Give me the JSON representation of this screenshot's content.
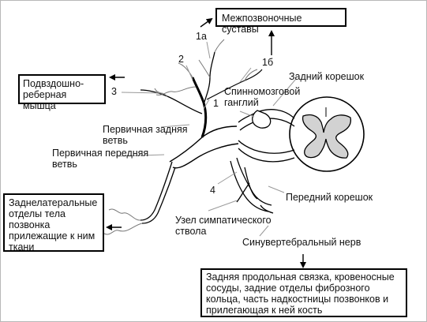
{
  "boxes": {
    "facet_joints": "Межпозвоночные суставы",
    "iliocostal": [
      "Подвздошно-",
      "реберная мышца"
    ],
    "vertebral_body": [
      "Заднелатеральные",
      "отделы тела",
      "позвонка",
      "прилежащие к ним",
      "ткани"
    ],
    "ligament": [
      "Задняя продольная связка, кровеносные",
      "сосуды, задние отделы фиброзного",
      "кольца, часть надкостницы позвонков и",
      "прилегающая к ней кость"
    ]
  },
  "labels": {
    "dorsal_root": "Задний корешок",
    "spinal_ganglion": [
      "Спинномозговой",
      "ганглий"
    ],
    "dorsal_ramus": [
      "Первичная задняя",
      "ветвь"
    ],
    "ventral_ramus": [
      "Первичная передняя",
      "ветвь"
    ],
    "ventral_root": "Передний корешок",
    "sympathetic_ganglion": [
      "Узел симпатического",
      "ствола"
    ],
    "sinuvertebral": "Синувертебральный нерв"
  },
  "numbers": {
    "n1a": "1а",
    "n1b": "1б",
    "n1": "1",
    "n2": "2",
    "n3": "3",
    "n4": "4"
  }
}
